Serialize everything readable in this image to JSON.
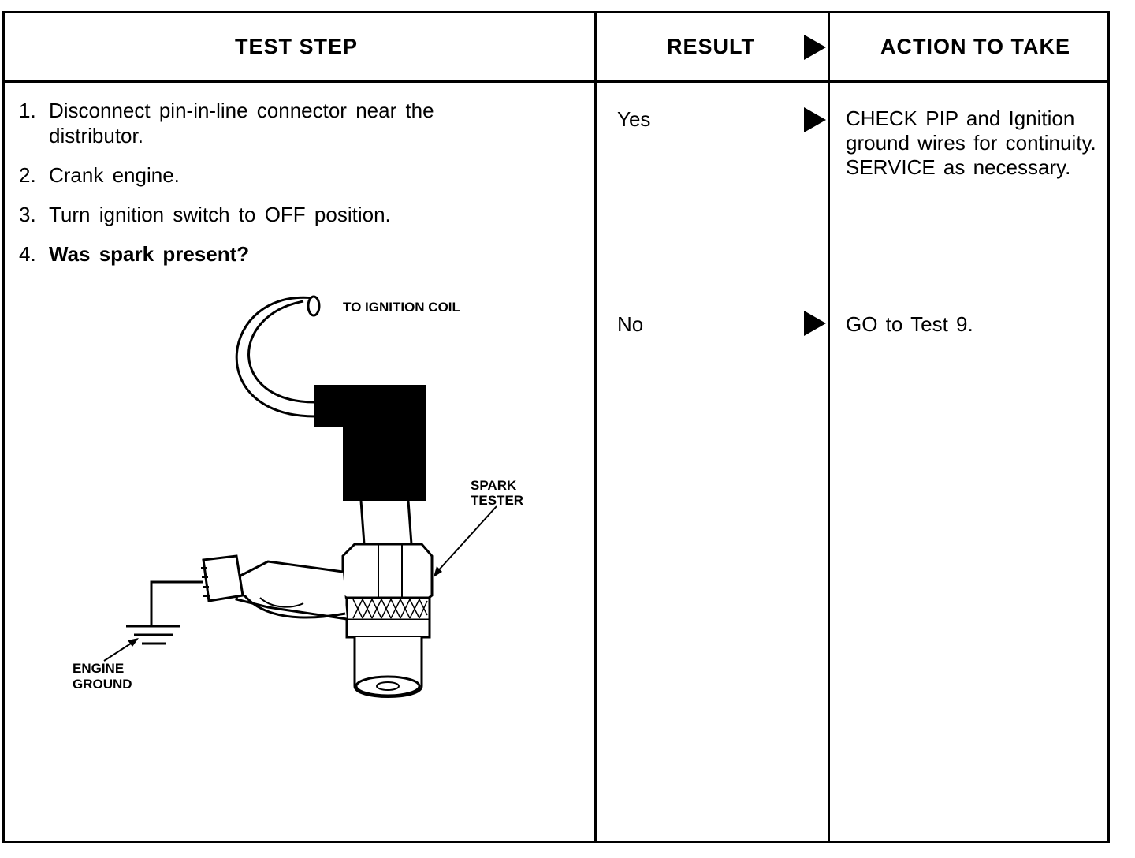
{
  "header": {
    "test_step": "TEST STEP",
    "result": "RESULT",
    "action": "ACTION TO TAKE"
  },
  "steps": [
    {
      "num": "1.",
      "text": "Disconnect pin-in-line connector near the distributor.",
      "bold": false
    },
    {
      "num": "2.",
      "text": "Crank engine.",
      "bold": false
    },
    {
      "num": "3.",
      "text": "Turn ignition switch to OFF position.",
      "bold": false
    },
    {
      "num": "4.",
      "text": "Was spark present?",
      "bold": true
    }
  ],
  "results": [
    {
      "label": "Yes",
      "action": "CHECK PIP and Ignition ground wires for continuity. SERVICE as necessary."
    },
    {
      "label": "No",
      "action": "GO to Test 9."
    }
  ],
  "diagram": {
    "label_coil": "TO IGNITION COIL",
    "label_tester_1": "SPARK",
    "label_tester_2": "TESTER",
    "label_ground_1": "ENGINE",
    "label_ground_2": "GROUND"
  }
}
